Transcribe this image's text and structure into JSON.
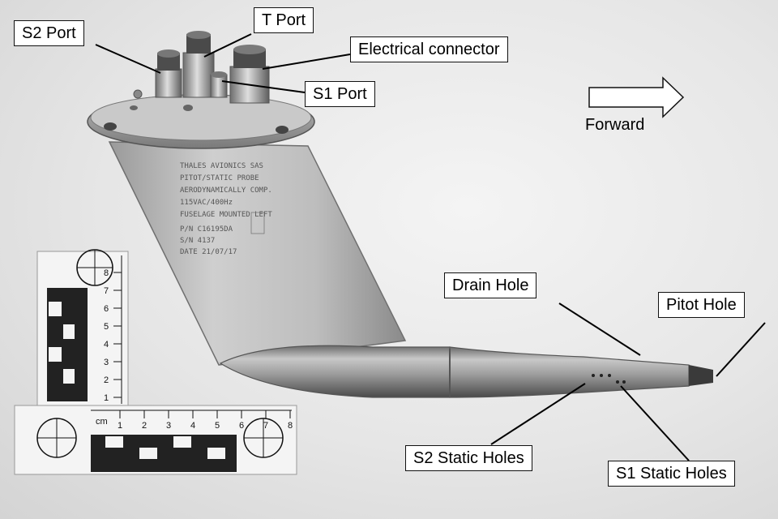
{
  "labels": {
    "s2_port": "S2 Port",
    "t_port": "T Port",
    "electrical_connector": "Electrical connector",
    "s1_port": "S1 Port",
    "forward": "Forward",
    "drain_hole": "Drain Hole",
    "pitot_hole": "Pitot Hole",
    "s2_static_holes": "S2 Static Holes",
    "s1_static_holes": "S1 Static Holes"
  },
  "nameplate": {
    "line1": "THALES AVIONICS SAS",
    "line2": "PITOT/STATIC PROBE",
    "line3": "AERODYNAMICALLY COMP.",
    "line4": "115VAC/400Hz",
    "line5": "FUSELAGE MOUNTED LEFT",
    "line6": "P/N C16195DA",
    "line7": "S/N 4137",
    "line8": "DATE 21/07/17"
  },
  "scale": {
    "unit": "cm",
    "horizontal_ticks": [
      "1",
      "2",
      "3",
      "4",
      "5",
      "6",
      "7",
      "8"
    ],
    "vertical_ticks": [
      "1",
      "2",
      "3",
      "4",
      "5",
      "6",
      "7",
      "8"
    ]
  },
  "colors": {
    "metal_light": "#d9d9d9",
    "metal_mid": "#a8a8a8",
    "metal_dark": "#5c5c5c",
    "label_bg": "#ffffff",
    "label_border": "#111111"
  }
}
